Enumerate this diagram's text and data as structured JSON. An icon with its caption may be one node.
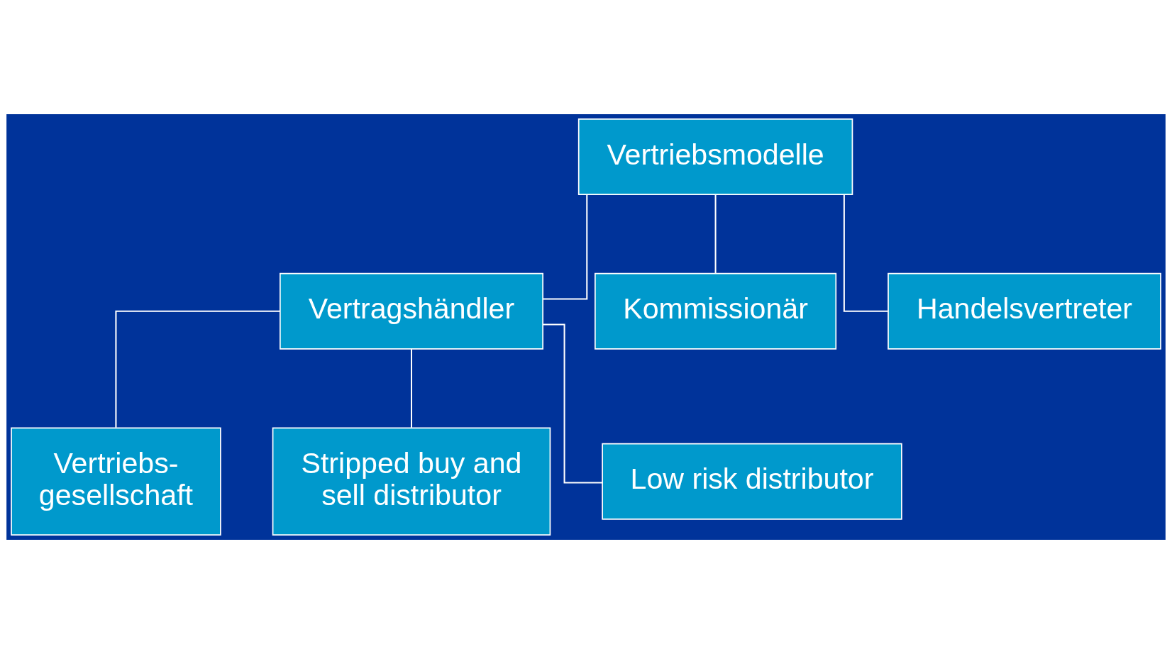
{
  "diagram": {
    "nodes": [
      {
        "text": [
          "Vertriebsmodelle"
        ]
      },
      {
        "text": [
          "Vertragshändler"
        ]
      },
      {
        "text": [
          "Kommissionär"
        ]
      },
      {
        "text": [
          "Handelsvertreter"
        ]
      },
      {
        "text": [
          "Vertriebs- gesellschaft"
        ]
      },
      {
        "text": [
          "Stripped buy and sell distributor"
        ]
      },
      {
        "text": [
          "Low risk distributor"
        ]
      }
    ],
    "edges": [
      {
        "from": 0,
        "to": 1,
        "arrow": "none"
      },
      {
        "from": 0,
        "to": 2,
        "arrow": "none"
      },
      {
        "from": 0,
        "to": 3,
        "arrow": "none"
      },
      {
        "from": 1,
        "to": 4,
        "arrow": "none"
      },
      {
        "from": 1,
        "to": 5,
        "arrow": "none"
      },
      {
        "from": 1,
        "to": 6,
        "arrow": "none"
      }
    ]
  }
}
